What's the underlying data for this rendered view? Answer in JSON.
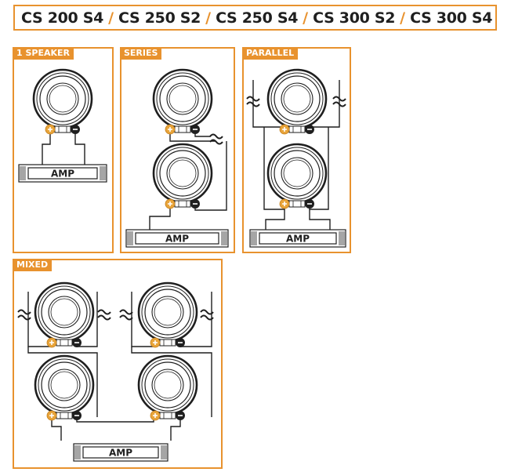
{
  "header": {
    "models": [
      "CS 200 S4",
      "CS 250 S2",
      "CS 250 S4",
      "CS 300 S2",
      "CS 300 S4"
    ],
    "separator": "/"
  },
  "panels": {
    "one_speaker": {
      "label": "1 SPEAKER",
      "amp_label": "AMP"
    },
    "series": {
      "label": "SERIES",
      "amp_label": "AMP"
    },
    "parallel": {
      "label": "PARALLEL",
      "amp_label": "AMP"
    },
    "mixed": {
      "label": "MIXED",
      "amp_label": "AMP"
    }
  },
  "colors": {
    "accent": "#e8922e",
    "terminal_positive": "#e8a43a",
    "terminal_negative": "#1f1f1f",
    "line": "#1f1f1f"
  },
  "icons": {
    "speaker": "speaker-icon",
    "wiggle": "wire-break-icon",
    "positive_terminal": "plus-terminal-icon",
    "negative_terminal": "minus-terminal-icon",
    "amplifier": "amplifier-icon"
  }
}
